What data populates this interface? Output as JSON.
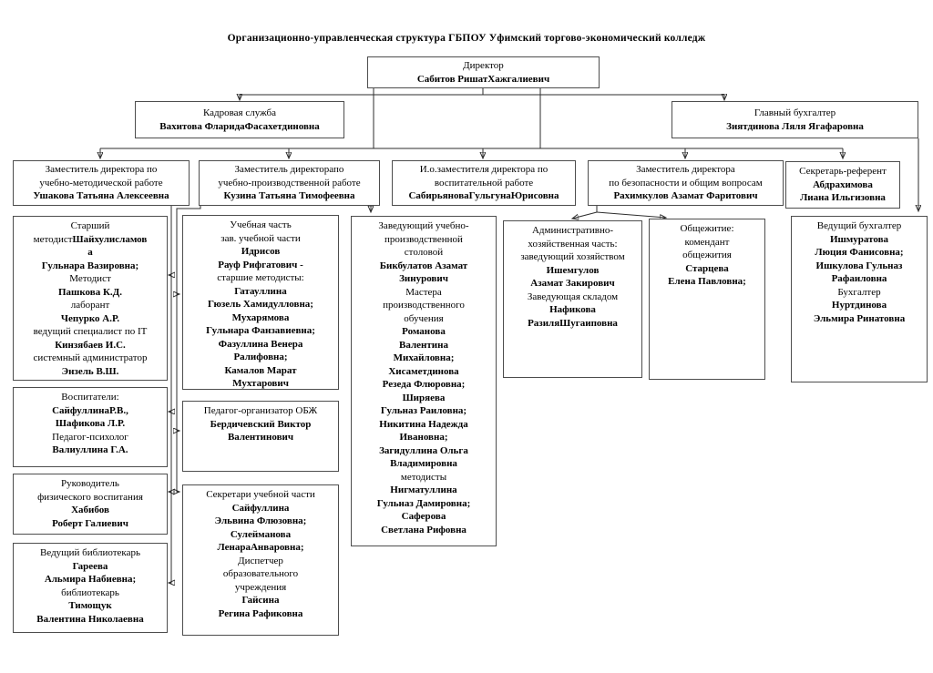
{
  "title": "Организационно-управленческая структура ГБПОУ Уфимский торгово-экономический колледж",
  "nodes": {
    "director": {
      "lines": [
        {
          "t": "Директор"
        },
        {
          "t": "Сабитов РишатХажгалиевич",
          "b": true
        }
      ]
    },
    "hr_service": {
      "lines": [
        {
          "t": "Кадровая служба"
        },
        {
          "t": "Вахитова ФларидаФасахетдиновна",
          "b": true
        }
      ]
    },
    "chief_accountant": {
      "lines": [
        {
          "t": "Главный бухгалтер"
        },
        {
          "t": "Зиятдинова Ляля Ягафаровна",
          "b": true
        }
      ]
    },
    "deputy_methodical": {
      "lines": [
        {
          "t": "Заместитель директора по"
        },
        {
          "t": "учебно-методической работе"
        },
        {
          "t": "Ушакова Татьяна Алексеевна",
          "b": true
        }
      ]
    },
    "deputy_production": {
      "lines": [
        {
          "t": "Заместитель директорапо"
        },
        {
          "t": "учебно-производственной работе"
        },
        {
          "t": "Кузина Татьяна Тимофеевна",
          "b": true
        }
      ]
    },
    "deputy_upbringing": {
      "lines": [
        {
          "t": "И.о.заместителя директора по"
        },
        {
          "t": "воспитательной работе"
        },
        {
          "t": "СабирьяноваГульгунаЮрисовна",
          "b": true
        }
      ]
    },
    "deputy_security": {
      "lines": [
        {
          "t": "Заместитель директора"
        },
        {
          "t": "по безопасности и общим вопросам"
        },
        {
          "t": "Рахимкулов Азамат Фаритович",
          "b": true
        }
      ]
    },
    "secretary_referent": {
      "lines": [
        {
          "t": "Секретарь-референт"
        },
        {
          "t": "Абдрахимова",
          "b": true
        },
        {
          "t": "Лиана Ильгизовна",
          "b": true
        }
      ]
    },
    "methodists": {
      "lines": [
        {
          "t": "Старший"
        },
        {
          "parts": [
            {
              "t": "методист"
            },
            {
              "t": "Шайхулисламов",
              "b": true
            }
          ]
        },
        {
          "t": "а",
          "b": true
        },
        {
          "t": "Гульнара Вазировна;",
          "b": true
        },
        {
          "t": "Методист"
        },
        {
          "t": "Пашкова К.Д.",
          "b": true
        },
        {
          "t": "лаборант"
        },
        {
          "t": "Чепурко А.Р.",
          "b": true
        },
        {
          "t": "ведущий специалист по IT"
        },
        {
          "t": "Кинзябаев И.С.",
          "b": true
        },
        {
          "t": "системный администратор"
        },
        {
          "t": "Энзель В.Ш.",
          "b": true
        }
      ]
    },
    "educators": {
      "lines": [
        {
          "t": "Воспитатели:"
        },
        {
          "t": "СайфуллинаР.В.,",
          "b": true
        },
        {
          "t": "Шафикова Л.Р.",
          "b": true
        },
        {
          "t": "Педагог-психолог"
        },
        {
          "t": "Валиуллина Г.А.",
          "b": true
        }
      ]
    },
    "phys_ed_head": {
      "lines": [
        {
          "t": "Руководитель"
        },
        {
          "t": "физического воспитания"
        },
        {
          "t": "Хабибов",
          "b": true
        },
        {
          "t": "Роберт Галиевич",
          "b": true
        }
      ]
    },
    "librarians": {
      "lines": [
        {
          "t": "Ведущий  библиотекарь"
        },
        {
          "t": "Гареева",
          "b": true
        },
        {
          "t": "Альмира Набиевна;",
          "b": true
        },
        {
          "t": "библиотекарь"
        },
        {
          "t": "Тимощук",
          "b": true
        },
        {
          "t": "Валентина Николаевна",
          "b": true
        }
      ]
    },
    "study_office": {
      "lines": [
        {
          "t": "Учебная часть"
        },
        {
          "t": "зав. учебной части"
        },
        {
          "t": "Идрисов",
          "b": true
        },
        {
          "t": "Рауф Рифгатович -",
          "b": true
        },
        {
          "t": "старшие методисты:"
        },
        {
          "t": "Гатауллина",
          "b": true
        },
        {
          "t": "Гюзель Хамидулловна;",
          "b": true
        },
        {
          "t": "Мухарямова",
          "b": true
        },
        {
          "t": "Гульнара Фанзавиевна;",
          "b": true
        },
        {
          "t": "Фазуллина Венера",
          "b": true
        },
        {
          "t": "Ралифовна;",
          "b": true
        },
        {
          "t": "Камалов Марат",
          "b": true
        },
        {
          "t": "Мухтарович",
          "b": true
        }
      ]
    },
    "obzh_organizer": {
      "lines": [
        {
          "t": "Педагог-организатор ОБЖ"
        },
        {
          "t": "Бердичевский Виктор",
          "b": true
        },
        {
          "t": "Валентинович",
          "b": true
        }
      ]
    },
    "study_secretaries": {
      "lines": [
        {
          "t": "Секретари учебной части"
        },
        {
          "t": "Сайфуллина",
          "b": true
        },
        {
          "t": "Эльвина Флюзовна;",
          "b": true
        },
        {
          "t": "Сулейманова",
          "b": true
        },
        {
          "t": "ЛенараАнваровна;",
          "b": true
        },
        {
          "t": "Диспетчер"
        },
        {
          "t": "образовательного"
        },
        {
          "t": "учреждения"
        },
        {
          "t": "Гайсина",
          "b": true
        },
        {
          "t": "Регина Рафиковна",
          "b": true
        }
      ]
    },
    "canteen": {
      "lines": [
        {
          "t": "Заведующий учебно-"
        },
        {
          "t": "производственной"
        },
        {
          "t": "столовой"
        },
        {
          "t": "Бикбулатов Азамат",
          "b": true
        },
        {
          "t": "Зинурович",
          "b": true
        },
        {
          "t": "Мастера"
        },
        {
          "t": "производственного"
        },
        {
          "t": "обучения"
        },
        {
          "t": "Романова",
          "b": true
        },
        {
          "t": "Валентина",
          "b": true
        },
        {
          "t": "Михайловна;",
          "b": true
        },
        {
          "t": "Хисаметдинова",
          "b": true
        },
        {
          "t": "Резеда Флюровна;",
          "b": true
        },
        {
          "t": "Ширяева",
          "b": true
        },
        {
          "t": "Гульназ Раиловна;",
          "b": true
        },
        {
          "t": "Никитина Надежда",
          "b": true
        },
        {
          "t": "Ивановна;",
          "b": true
        },
        {
          "t": "Загидуллина Ольга",
          "b": true
        },
        {
          "t": "Владимировна",
          "b": true
        },
        {
          "t": "методисты"
        },
        {
          "t": "Нигматуллина",
          "b": true
        },
        {
          "t": "Гульназ Дамировна;",
          "b": true
        },
        {
          "t": "Саферова",
          "b": true
        },
        {
          "t": "Светлана Рифовна",
          "b": true
        }
      ]
    },
    "facilities": {
      "lines": [
        {
          "t": "Административно-"
        },
        {
          "t": "хозяйственная часть:"
        },
        {
          "t": "заведующий хозяйством"
        },
        {
          "t": "Ишемгулов",
          "b": true
        },
        {
          "t": "Азамат Закирович",
          "b": true
        },
        {
          "t": "Заведующая складом"
        },
        {
          "t": "Нафикова",
          "b": true
        },
        {
          "t": "РазиляШугаиповна",
          "b": true
        }
      ]
    },
    "dormitory": {
      "lines": [
        {
          "t": "Общежитие:"
        },
        {
          "t": "комендант"
        },
        {
          "t": "общежития"
        },
        {
          "t": "Старцева",
          "b": true
        },
        {
          "t": "Елена Павловна;",
          "b": true
        }
      ]
    },
    "accountants": {
      "lines": [
        {
          "t": "Ведущий бухгалтер"
        },
        {
          "t": "Ишмуратова",
          "b": true
        },
        {
          "t": "Люция Фанисовна;",
          "b": true
        },
        {
          "t": "Ишкулова Гульназ",
          "b": true
        },
        {
          "t": "Рафаиловна",
          "b": true
        },
        {
          "t": "Бухгалтер"
        },
        {
          "t": "Нуртдинова",
          "b": true
        },
        {
          "t": "Эльмира Ринатовна",
          "b": true
        }
      ]
    }
  },
  "colors": {
    "line": "#2e2e2e",
    "border": "#4d4d4d",
    "background": "#ffffff"
  }
}
